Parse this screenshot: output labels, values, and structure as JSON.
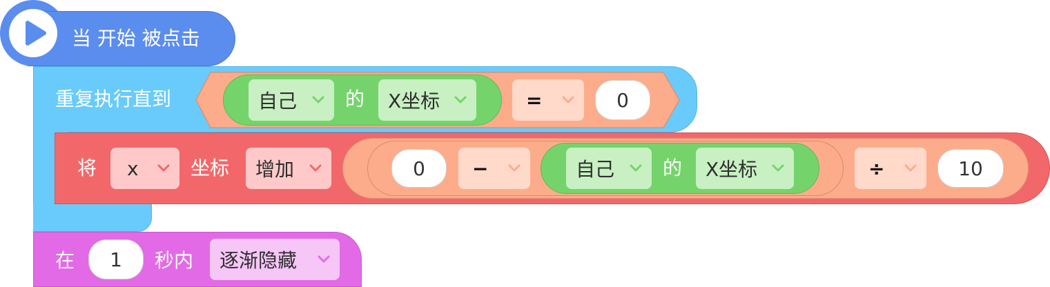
{
  "colors": {
    "event": "#5b8dee",
    "control": "#68cbfc",
    "motion": "#f2686a",
    "looks": "#e36ae6",
    "operator": "#fdac8b",
    "sensing": "#74d46b"
  },
  "hat": {
    "icon": "play-icon",
    "label": "当 开始 被点击"
  },
  "repeat": {
    "label": "重复执行直到",
    "condition": {
      "left": {
        "target": "自己",
        "of": "的",
        "property": "X坐标"
      },
      "operator": "=",
      "right": "0"
    }
  },
  "change": {
    "prefix": "将",
    "axis": "x",
    "axis_label": "坐标",
    "mode": "增加",
    "expr": {
      "left": "0",
      "minus": "−",
      "target": "自己",
      "of": "的",
      "property": "X坐标",
      "divide": "÷",
      "right": "10"
    }
  },
  "fade": {
    "prefix": "在",
    "seconds": "1",
    "mid": "秒内",
    "action": "逐渐隐藏"
  }
}
